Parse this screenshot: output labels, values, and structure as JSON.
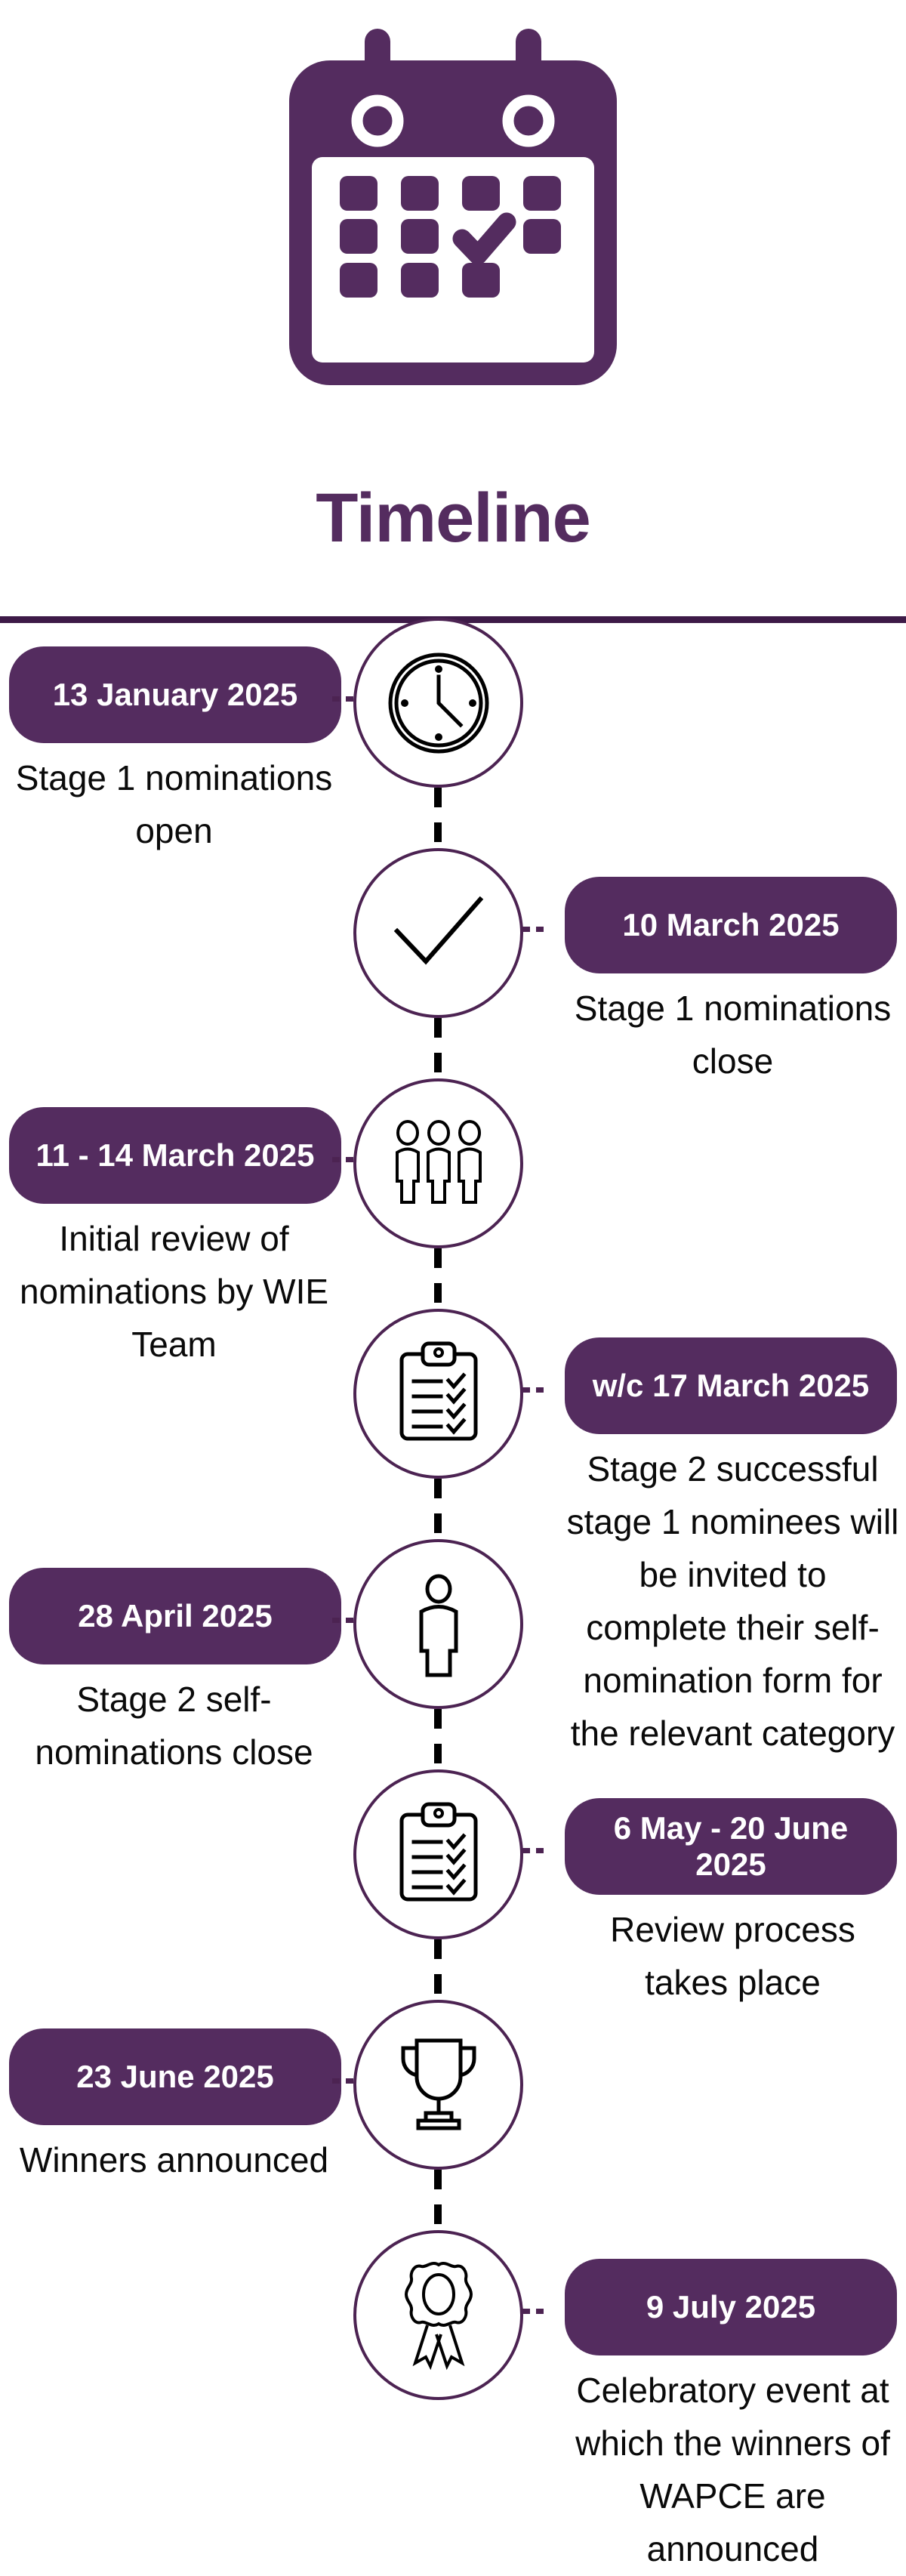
{
  "header": {
    "title": "Timeline",
    "calendar_icon": "calendar-check-icon"
  },
  "theme": {
    "brand_purple": "#542C5F",
    "divider_purple": "#3D1A47",
    "circle_stroke": "#4C2352",
    "pill_text": "#FFFFFF",
    "body_text": "#000000"
  },
  "timeline": {
    "events": [
      {
        "date": "13 January 2025",
        "description": "Stage 1 nominations open",
        "icon": "clock-icon",
        "side": "left"
      },
      {
        "date": "10 March 2025",
        "description": "Stage 1 nominations close",
        "icon": "checkmark-icon",
        "side": "right"
      },
      {
        "date": "11 - 14 March 2025",
        "description": "Initial review of nominations by WIE Team",
        "icon": "three-people-icon",
        "side": "left"
      },
      {
        "date": "w/c 17 March 2025",
        "description": "Stage 2 successful stage 1 nominees will be invited to complete their self-nomination form for the relevant category",
        "icon": "clipboard-checklist-icon",
        "side": "right"
      },
      {
        "date": "28 April 2025",
        "description": "Stage 2 self-nominations close",
        "icon": "person-icon",
        "side": "left"
      },
      {
        "date": "6 May - 20 June 2025",
        "description": "Review process takes place",
        "icon": "clipboard-checklist-icon",
        "side": "right"
      },
      {
        "date": "23 June 2025",
        "description": "Winners announced",
        "icon": "trophy-icon",
        "side": "left"
      },
      {
        "date": "9 July 2025",
        "description": "Celebratory event  at which the winners of WAPCE are announced",
        "icon": "rosette-award-icon",
        "side": "right"
      }
    ]
  }
}
